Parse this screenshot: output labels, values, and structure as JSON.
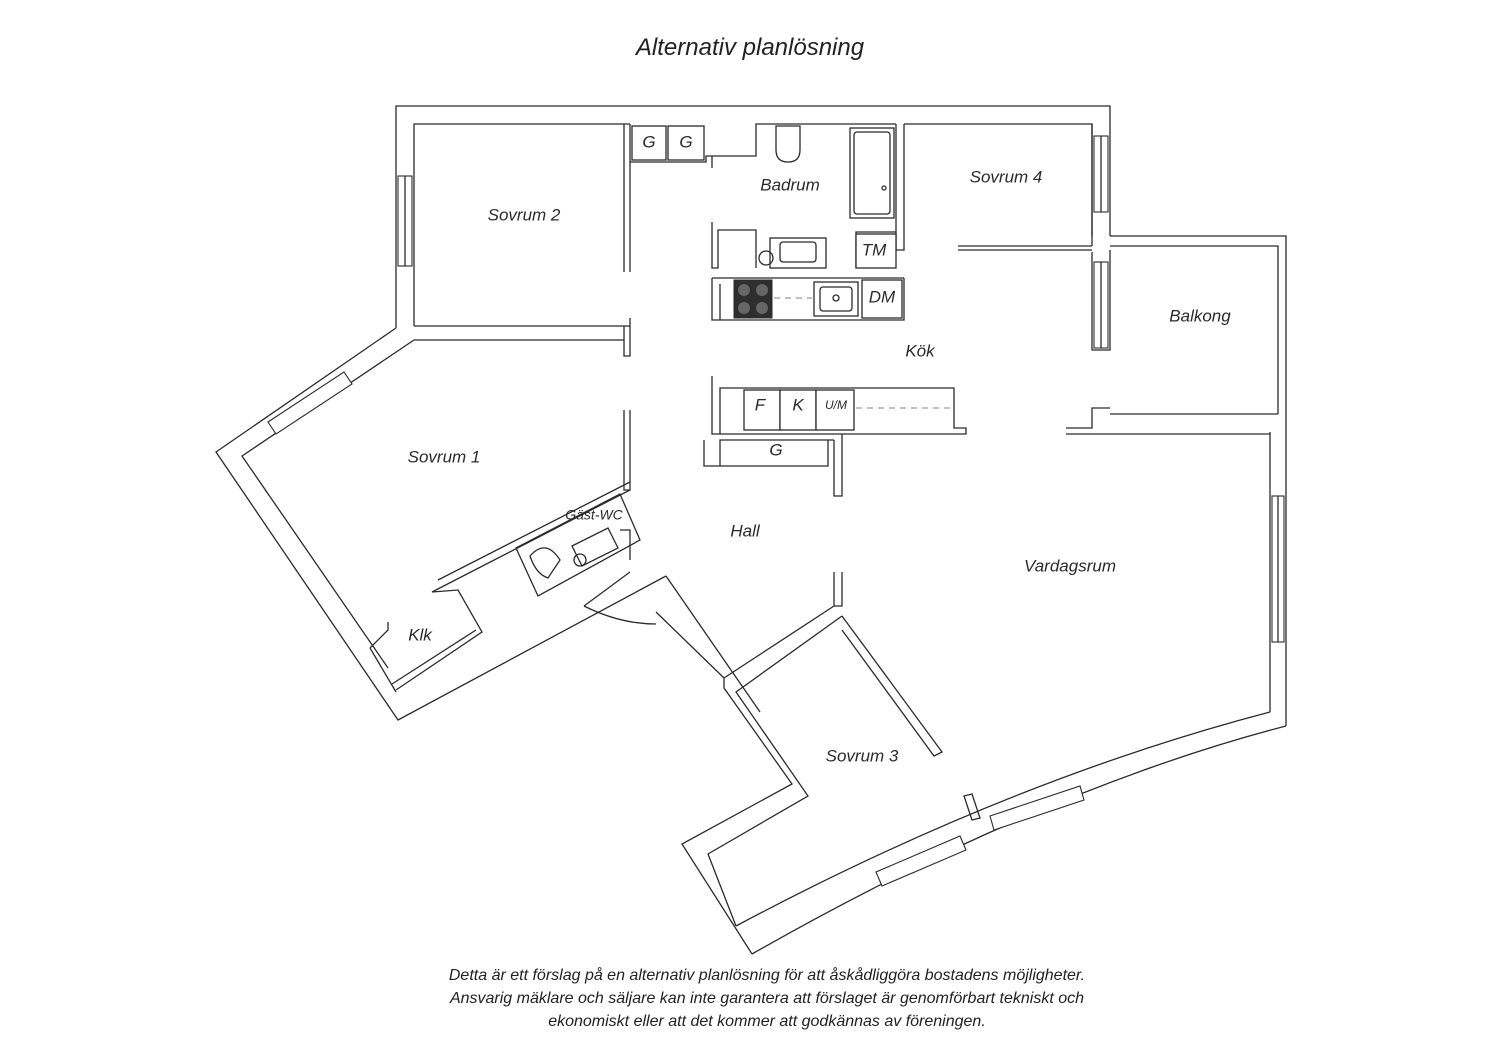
{
  "title": "Alternativ planlösning",
  "rooms": {
    "sovrum1": "Sovrum 1",
    "sovrum2": "Sovrum 2",
    "sovrum3": "Sovrum 3",
    "sovrum4": "Sovrum 4",
    "badrum": "Badrum",
    "kok": "Kök",
    "hall": "Hall",
    "vardagsrum": "Vardagsrum",
    "balkong": "Balkong",
    "gast_wc": "Gäst-WC",
    "klk": "Klk"
  },
  "fixtures": {
    "g1": "G",
    "g2": "G",
    "g3": "G",
    "tm": "TM",
    "dm": "DM",
    "f": "F",
    "k": "K",
    "um": "U/M"
  },
  "disclaimer": [
    "Detta är ett förslag på en alternativ planlösning för att åskådliggöra bostadens möjligheter.",
    "Ansvarig mäklare och säljare kan inte garantera att förslaget är genomförbart tekniskt och",
    "ekonomiskt eller att det kommer att godkännas av föreningen."
  ]
}
